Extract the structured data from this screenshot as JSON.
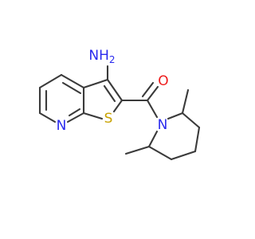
{
  "colors": {
    "background": "#ffffff",
    "bond": "#3a3a3a",
    "nitrogen": "#2a2aee",
    "oxygen": "#ee1c1c",
    "sulfur": "#c8a200"
  },
  "atoms": {
    "amine": {
      "main": "NH",
      "sub": "2"
    },
    "oxygen": {
      "text": "O"
    },
    "sulfur": {
      "text": "S"
    },
    "pyridine_nitrogen": {
      "text": "N"
    },
    "piperidine_nitrogen": {
      "text": "N"
    }
  }
}
